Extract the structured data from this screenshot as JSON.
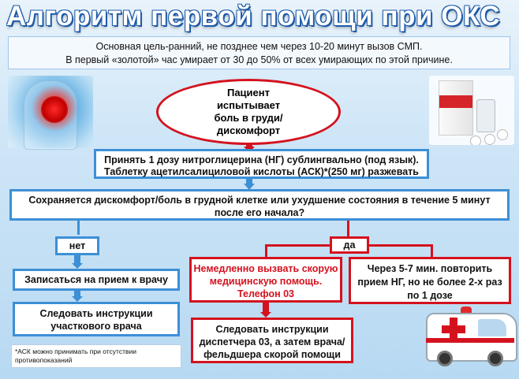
{
  "title": "Алгоритм первой помощи при ОКС",
  "intro": {
    "line1": "Основная цель-ранний, не позднее чем через 10-20 минут вызов СМП.",
    "line2": "В первый «золотой» час умирает от 30 до 50% от всех умирающих по этой причине."
  },
  "start": {
    "line1": "Пациент испытывает",
    "line2": "боль в груди/",
    "line3": "дискомфорт"
  },
  "step1": {
    "line1": "Принять 1 дозу нитроглицерина (НГ) сублингвально (под язык).",
    "line2": "Таблетку ацетилсалициловой кислоты (АСК)*(250 мг) разжевать"
  },
  "question": {
    "line1": "Сохраняется дискомфорт/боль в грудной клетке или ухудшение состояния в течение 5 минут",
    "line2": "после его начала?"
  },
  "branch_no": "нет",
  "branch_yes": "да",
  "no_step1": "Записаться на прием к врачу",
  "no_step2": {
    "line1": "Следовать инструкции",
    "line2": "участкового врача"
  },
  "yes_emergency": {
    "line1": "Немедленно вызвать скорую",
    "line2": "медицинскую помощь.",
    "line3": "Телефон 03"
  },
  "yes_repeat": {
    "line1": "Через 5-7 мин. повторить",
    "line2": "прием НГ, но не более 2-х раз",
    "line3": "по 1 дозе"
  },
  "yes_follow": {
    "line1": "Следовать инструкции",
    "line2": "диспетчера 03, а затем врача/",
    "line3": "фельдшера скорой помощи"
  },
  "footnote": {
    "line1": "*АСК можно принимать при отсутствии",
    "line2": "противопоказаний"
  },
  "colors": {
    "accent_blue": "#3d8fd6",
    "alert_red": "#d4121e",
    "title_outline": "#1d5aa8"
  }
}
